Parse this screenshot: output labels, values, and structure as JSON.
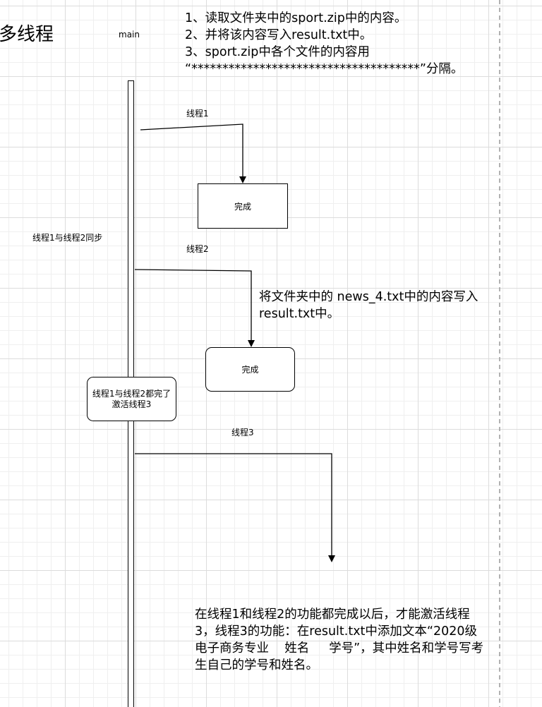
{
  "title": "多线程",
  "main_label": "main",
  "instructions": {
    "line1": "1、读取文件夹中的sport.zip中的内容。",
    "line2": "2、并将该内容写入result.txt中。",
    "line3": "3、sport.zip中各个文件的内容用",
    "line4": "“*************************************”分隔。"
  },
  "thread1_label": "线程1",
  "done1": "完成",
  "sync_label": "线程1与线程2同步",
  "thread2_label": "线程2",
  "thread2_desc_1": "将文件夹中的 news_4.txt中的内容写入",
  "thread2_desc_2": "result.txt中。",
  "done2": "完成",
  "activate_line1": "线程1与线程2都完了",
  "activate_line2": "激活线程3",
  "thread3_label": "线程3",
  "bottom_note": {
    "line1": "在线程1和线程2的功能都完成以后，才能激活线程",
    "line2": "3，线程3的功能：在result.txt中添加文本“2020级",
    "line3": "电子商务专业    姓名     学号”，其中姓名和学号写考",
    "line4": "生自己的学号和姓名。"
  }
}
